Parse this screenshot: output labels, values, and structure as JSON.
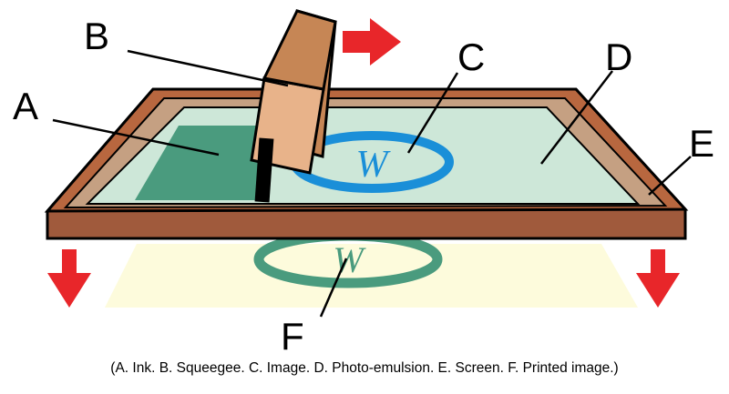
{
  "labels": {
    "a": "A",
    "b": "B",
    "c": "C",
    "d": "D",
    "e": "E",
    "f": "F"
  },
  "image_letter": "W",
  "caption": "(A. Ink.  B. Squeegee.  C. Image.  D. Photo-emulsion.  E. Screen.  F. Printed image.)",
  "colors": {
    "frame": "#a05a3c",
    "frame_inner": "#c5a082",
    "emulsion": "#cde7d8",
    "ink": "#4a9b7e",
    "image_blue": "#1a8fd8",
    "printed": "#4a9b7e",
    "paper": "#fdfbdc",
    "arrow": "#e8262a",
    "squeegee": "#c68655",
    "squeegee_face": "#e8b38a",
    "blade": "#000000"
  },
  "icons": {
    "arrow_right": "arrow-right-icon",
    "arrow_down": "arrow-down-icon"
  }
}
